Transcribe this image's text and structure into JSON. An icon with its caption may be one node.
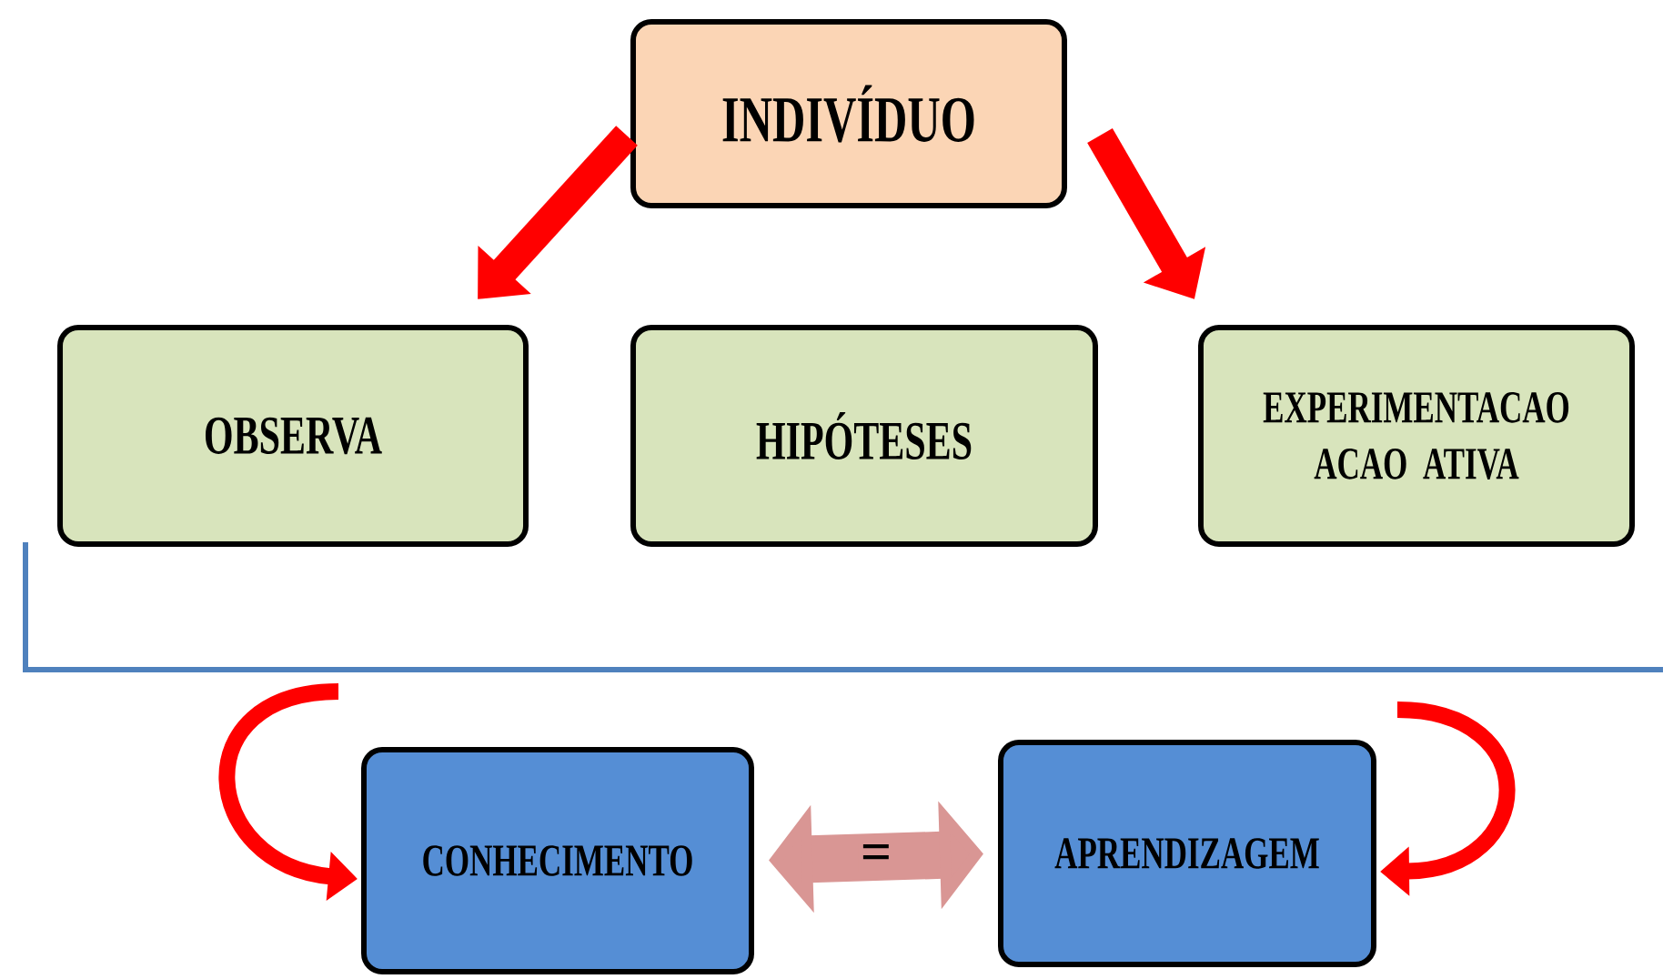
{
  "diagram": {
    "nodes": [
      {
        "text": [
          "INDIVÍDUO"
        ]
      },
      {
        "text": [
          "OBSERVA"
        ]
      },
      {
        "text": [
          "HIPÓTESES"
        ]
      },
      {
        "text": [
          "EXPERIMENTACAO ACAO ATIVA"
        ]
      },
      {
        "text": [
          "CONHECIMENTO"
        ]
      },
      {
        "text": [
          "APRENDIZAGEM"
        ]
      }
    ],
    "edges": [
      {
        "from": 0,
        "to": 1,
        "arrow": "to"
      },
      {
        "from": 0,
        "to": 3,
        "arrow": "to"
      },
      {
        "from": 4,
        "to": 5,
        "arrow": "both",
        "label": "=",
        "color": "#d99694"
      },
      {
        "from": null,
        "to": 4,
        "arrow": "to"
      },
      {
        "from": null,
        "to": 5,
        "arrow": "to"
      }
    ]
  }
}
